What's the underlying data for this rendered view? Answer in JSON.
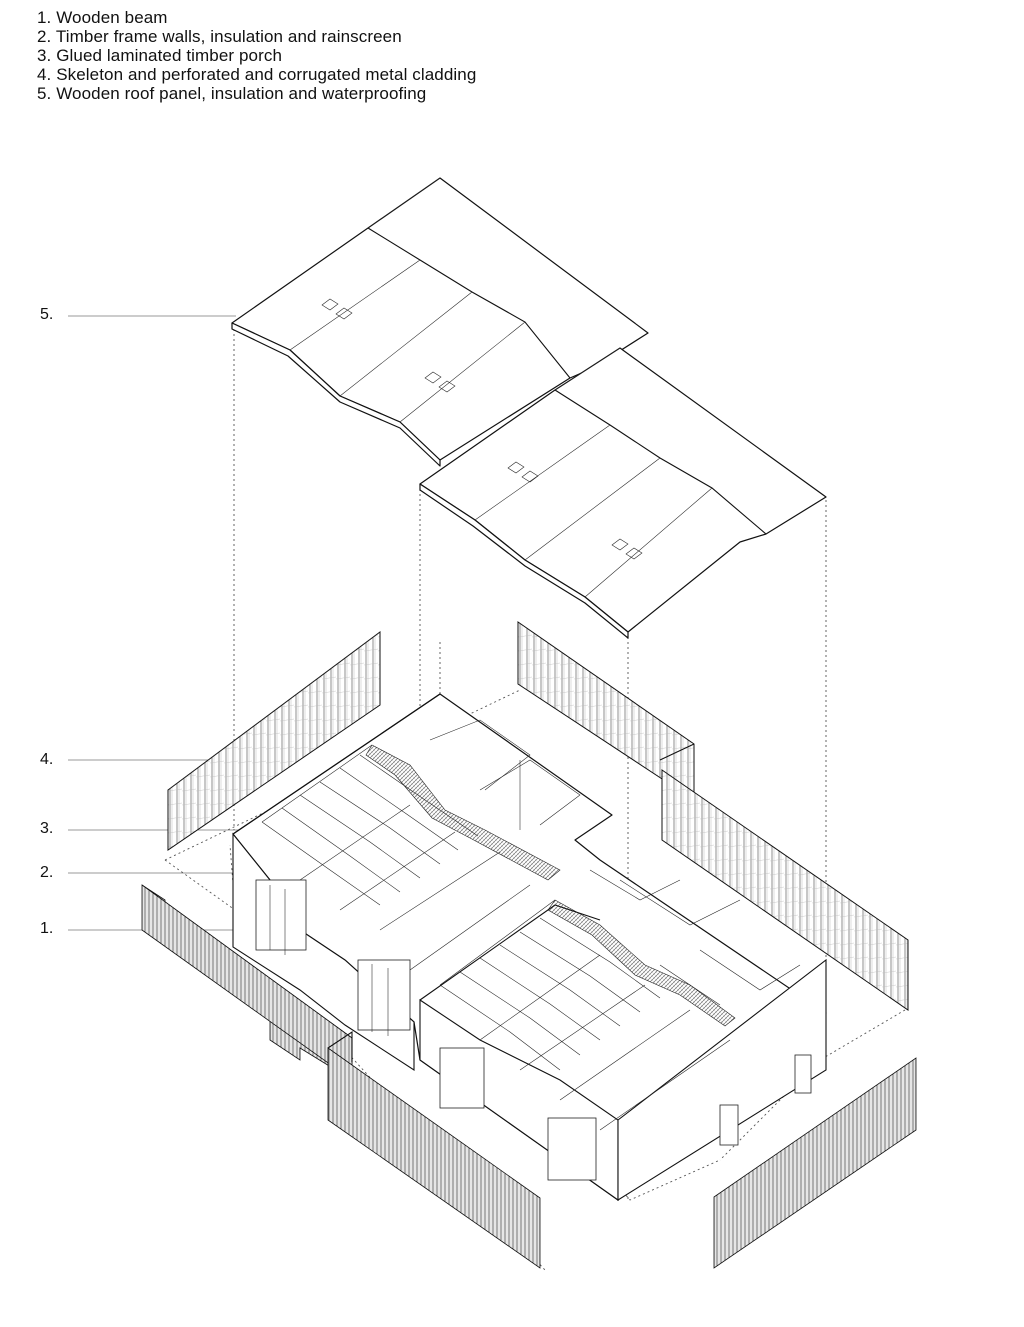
{
  "legend": {
    "items": [
      "1. Wooden beam",
      "2. Timber frame walls, insulation and rainscreen",
      "3. Glued laminated timber porch",
      "4. Skeleton and perforated and corrugated metal cladding",
      "5. Wooden roof panel, insulation and waterproofing"
    ]
  },
  "callouts": [
    {
      "label": "5.",
      "layer": "Wooden roof panel, insulation and waterproofing"
    },
    {
      "label": "4.",
      "layer": "Skeleton and perforated and corrugated metal cladding"
    },
    {
      "label": "3.",
      "layer": "Glued laminated timber porch"
    },
    {
      "label": "2.",
      "layer": "Timber frame walls, insulation and rainscreen"
    },
    {
      "label": "1.",
      "layer": "Wooden beam"
    }
  ]
}
